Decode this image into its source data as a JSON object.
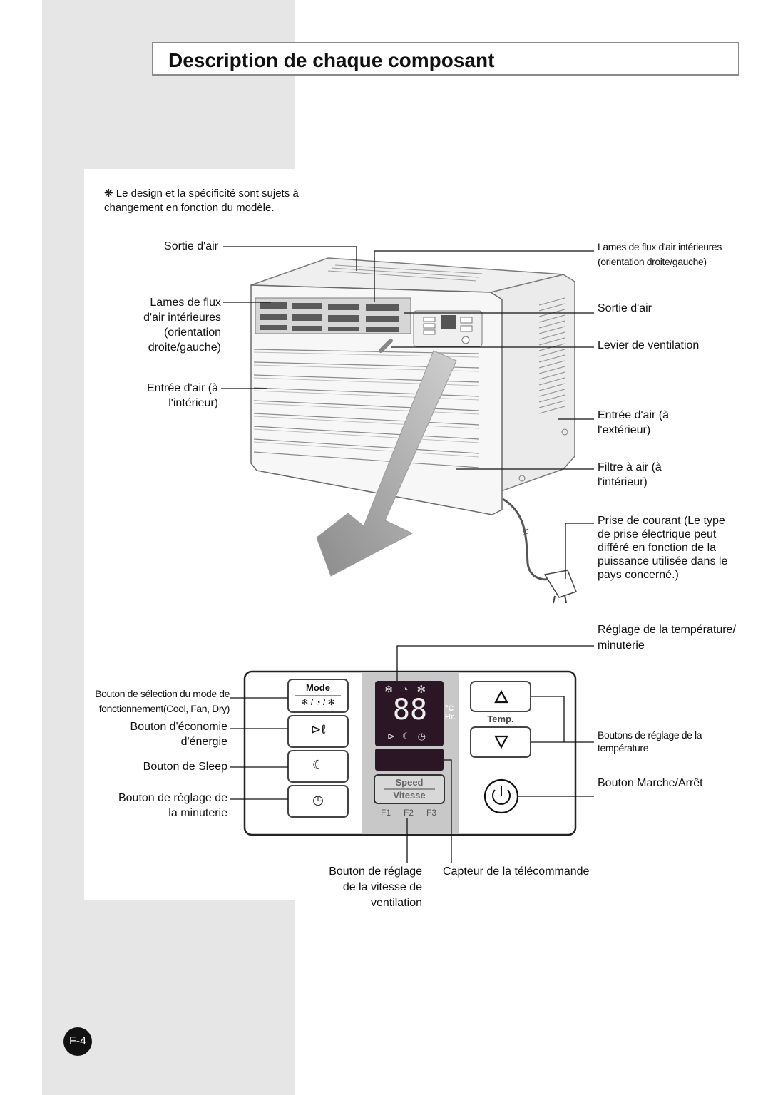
{
  "header": {
    "title": "Description de chaque composant"
  },
  "note": {
    "symbol": "❋",
    "text": "Le design et la spécificité sont sujets à changement en fonction du modèle."
  },
  "unit_labels": {
    "sortie_air_top": "Sortie d'air",
    "lames_left": "Lames de flux d'air intérieures (orientation droite/gauche)",
    "entree_interieur": "Entrée d'air (à l'intérieur)",
    "lames_right": "Lames de flux d'air intérieures (orientation droite/gauche)",
    "sortie_air_right": "Sortie d'air",
    "levier": "Levier de ventilation",
    "entree_exterieur": "Entrée d'air (à l'extérieur)",
    "filtre": "Filtre à air (à l'intérieur)",
    "prise": "Prise de courant (Le type de prise électrique peut différé en fonction de la puissance utilisée dans le pays concerné.)"
  },
  "panel_labels": {
    "reglage_temp_minuterie": "Réglage de la température/ minuterie",
    "mode_button": "Bouton de sélection du mode de fonctionnement(Cool, Fan, Dry)",
    "eco_button": "Bouton d'économie d'énergie",
    "sleep_button": "Bouton de Sleep",
    "timer_button": "Bouton de réglage de la minuterie",
    "temp_buttons": "Boutons de réglage de la température",
    "power_button": "Bouton Marche/Arrêt",
    "speed_button": "Bouton de réglage de la vitesse de ventilation",
    "remote_sensor": "Capteur de la télécommande"
  },
  "panel": {
    "mode_label": "Mode",
    "display_digits": "88",
    "unit_c": "°C",
    "unit_hr": "Hr.",
    "temp_label": "Temp.",
    "speed_label": "Speed",
    "vitesse_label": "Vitesse",
    "speeds": [
      "F1",
      "F2",
      "F3"
    ]
  },
  "page_number": "F-4"
}
